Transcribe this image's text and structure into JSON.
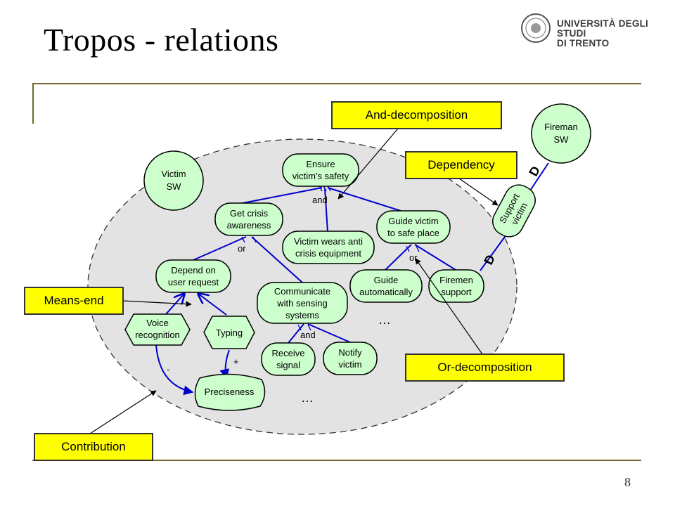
{
  "slide": {
    "title": "Tropos - relations",
    "page_number": "8",
    "logo_line1": "UNIVERSITÀ DEGLI STUDI",
    "logo_line2": "DI TRENTO"
  },
  "colors": {
    "node_fill": "#ccffcc",
    "edge": "#0000cc",
    "callout_fill": "#ffff00",
    "boundary_fill": "#e3e3e3",
    "frame": "#6e6a2c"
  },
  "actors": {
    "victim": [
      "Victim",
      "SW"
    ],
    "fireman": [
      "Fireman",
      "SW"
    ]
  },
  "nodes": {
    "ensure_safety": [
      "Ensure",
      "victim's safety"
    ],
    "get_crisis": [
      "Get crisis",
      "awareness"
    ],
    "wears_equipment": [
      "Victim wears anti",
      "crisis equipment"
    ],
    "guide_victim": [
      "Guide victim",
      "to safe place"
    ],
    "depend_request": [
      "Depend on",
      "user request"
    ],
    "communicate": [
      "Communicate",
      "with sensing",
      "systems"
    ],
    "guide_auto": [
      "Guide",
      "automatically"
    ],
    "firemen_support": [
      "Firemen",
      "support"
    ],
    "voice_recognition": [
      "Voice",
      "recognition"
    ],
    "typing": [
      "Typing"
    ],
    "receive_signal": [
      "Receive",
      "signal"
    ],
    "notify_victim": [
      "Notify",
      "victim"
    ],
    "preciseness": [
      "Preciseness"
    ],
    "support_victim": [
      "Support",
      "victim"
    ]
  },
  "labels": {
    "and_1": "and",
    "or_1": "or",
    "or_2": "or",
    "and_2": "and",
    "minus": "-",
    "plus": "+",
    "ellipsis_1": "…",
    "ellipsis_2": "…",
    "dep_1": "D",
    "dep_2": "D"
  },
  "callouts": {
    "and_decomposition": "And-decomposition",
    "dependency": "Dependency",
    "means_end": "Means-end",
    "or_decomposition": "Or-decomposition",
    "contribution": "Contribution"
  }
}
